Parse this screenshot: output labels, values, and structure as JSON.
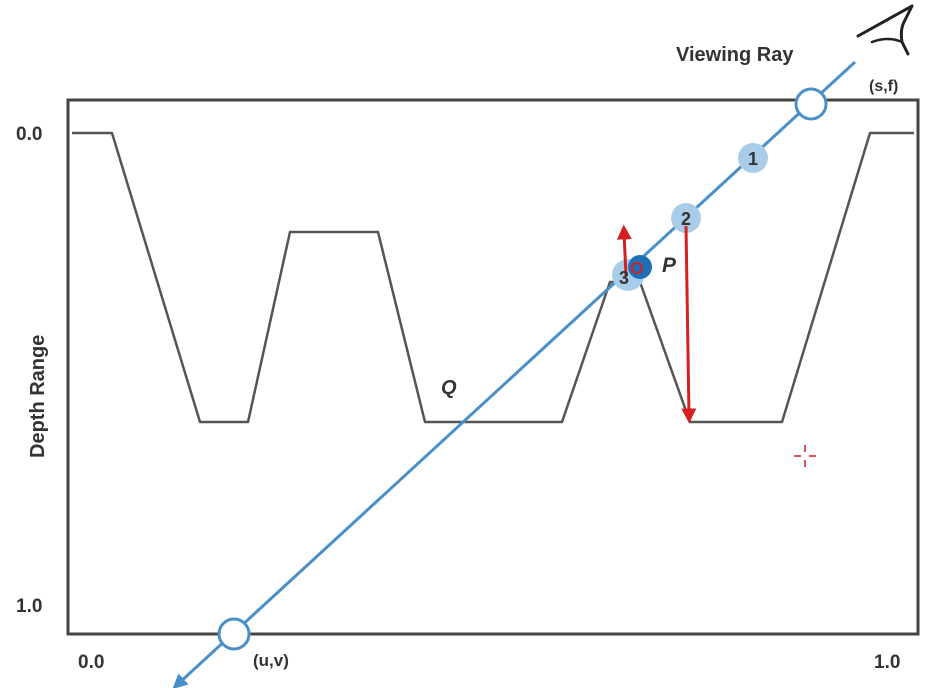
{
  "viewing_ray_label": "Viewing Ray",
  "eye_coord_label": "(s,f)",
  "texture_coord_label": "(u,v)",
  "y_axis_label": "Depth Range",
  "y_ticks": [
    "0.0",
    "1.0"
  ],
  "x_ticks": [
    "0.0",
    "1.0"
  ],
  "point_p_label": "P",
  "point_q_label": "Q",
  "sample_labels": [
    "1",
    "2",
    "3"
  ],
  "colors": {
    "ray": "#4a90c8",
    "sample": "#a9cde9",
    "point_p": "#1f6fb5",
    "arrow": "#d42020",
    "profile": "#555555",
    "frame": "#444444"
  },
  "icons": [
    "eye-icon",
    "crosshair-icon"
  ]
}
